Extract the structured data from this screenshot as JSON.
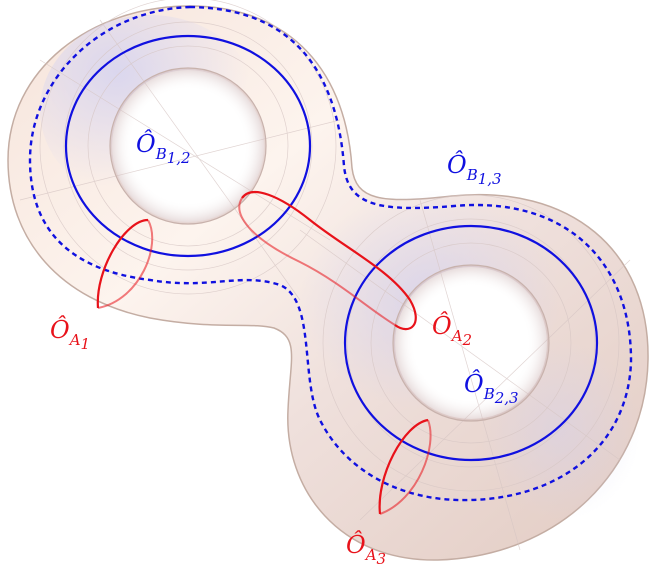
{
  "colors": {
    "a_loop": "#e8121a",
    "b_loop": "#1010e0",
    "surface_light": "#fbf1ea",
    "surface_mid": "#ead6cc",
    "surface_shadow": "#b7a3a8",
    "surface_blue": "#c9c8e6",
    "edge": "#bda79c",
    "background": "#ffffff"
  },
  "labels": {
    "a1": {
      "base": "Ô",
      "sub_letter": "A",
      "sub_index": "1"
    },
    "a2": {
      "base": "Ô",
      "sub_letter": "A",
      "sub_index": "2"
    },
    "a3": {
      "base": "Ô",
      "sub_letter": "A",
      "sub_index": "3"
    },
    "b12": {
      "base": "Ô",
      "sub_letter": "B",
      "sub_index": "1,2"
    },
    "b13": {
      "base": "Ô",
      "sub_letter": "B",
      "sub_index": "1,3"
    },
    "b23": {
      "base": "Ô",
      "sub_letter": "B",
      "sub_index": "2,3"
    }
  }
}
